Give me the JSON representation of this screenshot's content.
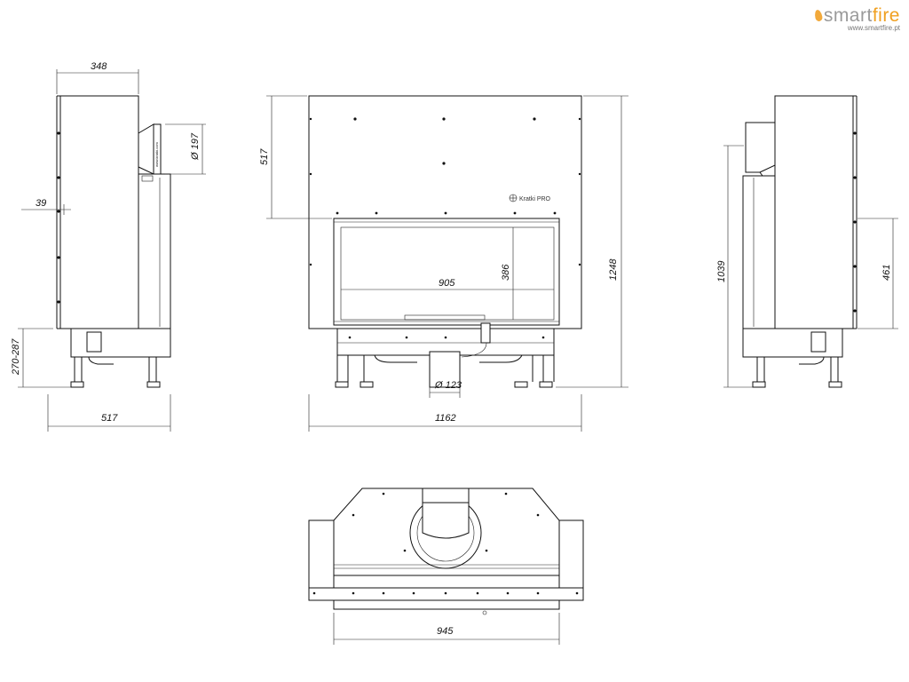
{
  "brand": {
    "name_part1": "smart",
    "name_part2": "fire",
    "url": "www.smartfire.pt",
    "accent_color": "#f0a020",
    "gray_color": "#9a9a9a"
  },
  "insert_logo": {
    "text": "Kratki PRO"
  },
  "pipe_label": "www.kratki.com",
  "dimensions": {
    "side_depth_top": "348",
    "flue_diameter": "Ø 197",
    "side_offset": "39",
    "leg_height": "270-287",
    "side_depth_bottom": "517",
    "front_top_height": "517",
    "total_height": "1248",
    "glass_width": "905",
    "glass_height": "386",
    "air_inlet_diameter": "Ø 123",
    "total_width": "1162",
    "right_height": "1039",
    "right_door_height": "461",
    "top_view_width": "945"
  }
}
